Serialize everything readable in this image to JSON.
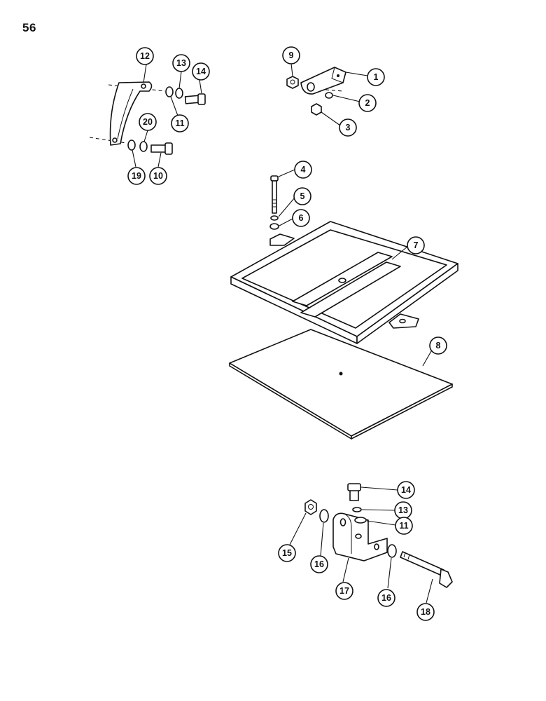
{
  "page": {
    "number": "56"
  },
  "callouts": [
    "12",
    "13",
    "14",
    "11",
    "20",
    "19",
    "10",
    "9",
    "1",
    "2",
    "3",
    "4",
    "5",
    "6",
    "7",
    "8",
    "14",
    "13",
    "11",
    "15",
    "16",
    "17",
    "16",
    "18"
  ]
}
